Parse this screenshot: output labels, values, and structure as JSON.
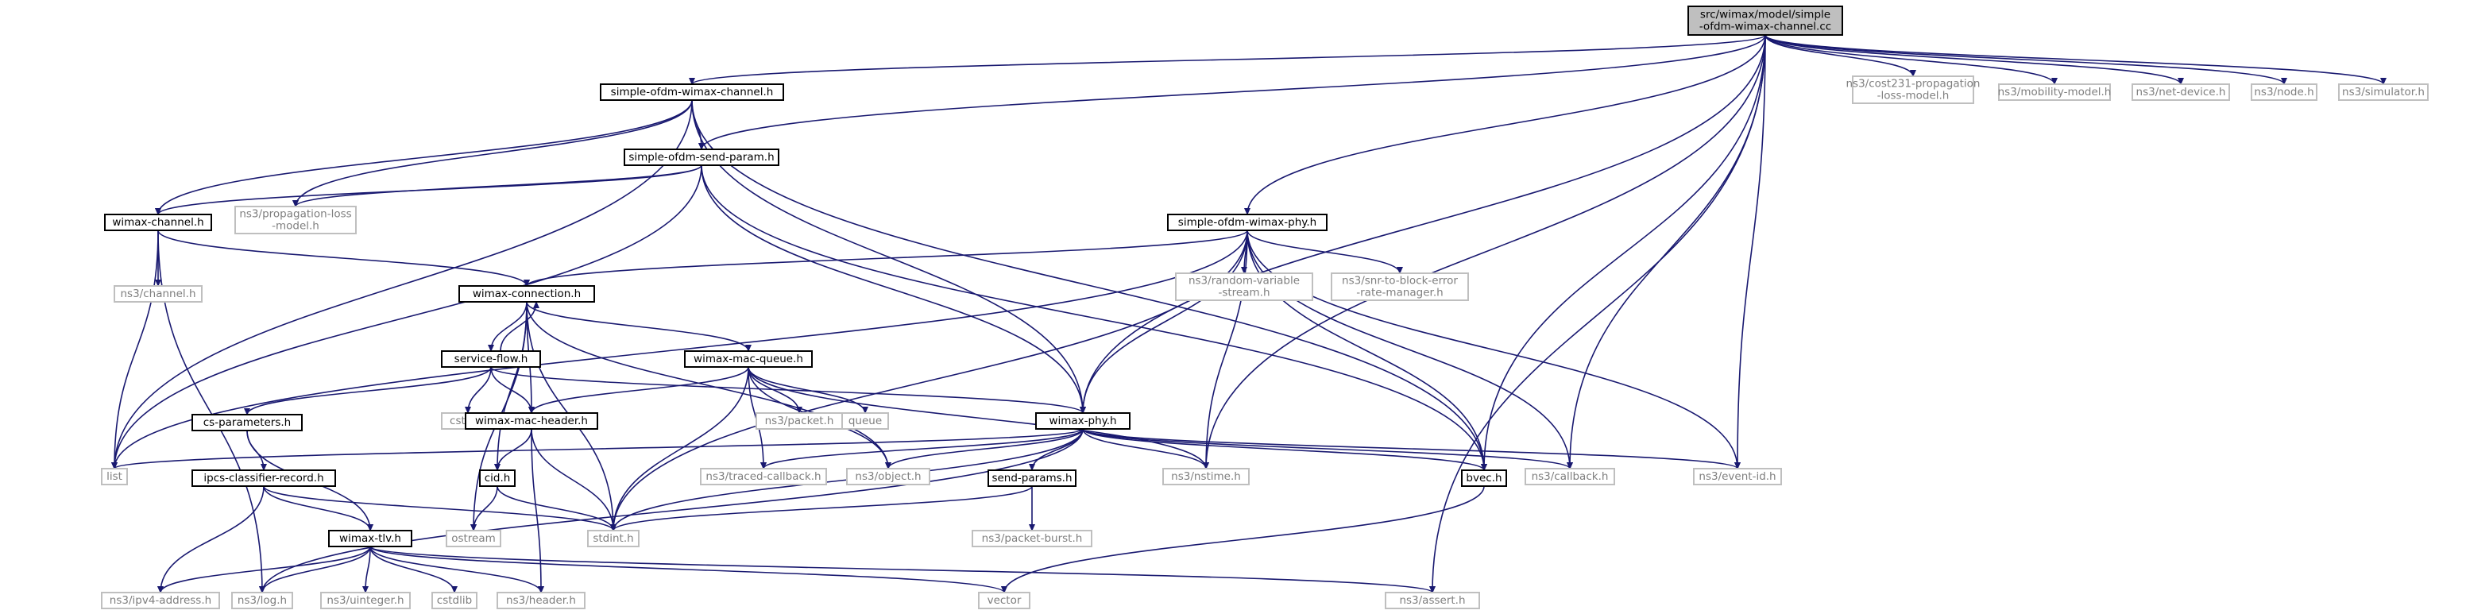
{
  "diagram": {
    "type": "include-dependency-graph",
    "edge_color": "#191970",
    "root_fill": "#bfbfbf",
    "external_text_color": "#7f7f7f",
    "nodes": [
      {
        "id": "root",
        "lines": [
          "src/wimax/model/simple",
          "-ofdm-wimax-channel.cc"
        ],
        "kind": "root"
      },
      {
        "id": "sowch",
        "lines": [
          "simple-ofdm-wimax-channel.h"
        ],
        "kind": "primary"
      },
      {
        "id": "cost231",
        "lines": [
          "ns3/cost231-propagation",
          "-loss-model.h"
        ],
        "kind": "external"
      },
      {
        "id": "mobility",
        "lines": [
          "ns3/mobility-model.h"
        ],
        "kind": "external"
      },
      {
        "id": "netdevice",
        "lines": [
          "ns3/net-device.h"
        ],
        "kind": "external"
      },
      {
        "id": "node",
        "lines": [
          "ns3/node.h"
        ],
        "kind": "external"
      },
      {
        "id": "simulator",
        "lines": [
          "ns3/simulator.h"
        ],
        "kind": "external"
      },
      {
        "id": "sendparam",
        "lines": [
          "simple-ofdm-send-param.h"
        ],
        "kind": "primary"
      },
      {
        "id": "wchannel",
        "lines": [
          "wimax-channel.h"
        ],
        "kind": "primary"
      },
      {
        "id": "proploss",
        "lines": [
          "ns3/propagation-loss",
          "-model.h"
        ],
        "kind": "external"
      },
      {
        "id": "sowphy",
        "lines": [
          "simple-ofdm-wimax-phy.h"
        ],
        "kind": "primary"
      },
      {
        "id": "randvar",
        "lines": [
          "ns3/random-variable",
          "-stream.h"
        ],
        "kind": "external"
      },
      {
        "id": "snr",
        "lines": [
          "ns3/snr-to-block-error",
          "-rate-manager.h"
        ],
        "kind": "external"
      },
      {
        "id": "nschannel",
        "lines": [
          "ns3/channel.h"
        ],
        "kind": "external"
      },
      {
        "id": "wconn",
        "lines": [
          "wimax-connection.h"
        ],
        "kind": "primary"
      },
      {
        "id": "sflow",
        "lines": [
          "service-flow.h"
        ],
        "kind": "primary"
      },
      {
        "id": "macqueue",
        "lines": [
          "wimax-mac-queue.h"
        ],
        "kind": "primary"
      },
      {
        "id": "csparam",
        "lines": [
          "cs-parameters.h"
        ],
        "kind": "primary"
      },
      {
        "id": "cstdint",
        "lines": [
          "cstdint"
        ],
        "kind": "external"
      },
      {
        "id": "macheader",
        "lines": [
          "wimax-mac-header.h"
        ],
        "kind": "primary"
      },
      {
        "id": "packet",
        "lines": [
          "ns3/packet.h"
        ],
        "kind": "external"
      },
      {
        "id": "queue",
        "lines": [
          "queue"
        ],
        "kind": "external"
      },
      {
        "id": "wphy",
        "lines": [
          "wimax-phy.h"
        ],
        "kind": "primary"
      },
      {
        "id": "list",
        "lines": [
          "list"
        ],
        "kind": "external"
      },
      {
        "id": "ipcs",
        "lines": [
          "ipcs-classifier-record.h"
        ],
        "kind": "primary"
      },
      {
        "id": "cid",
        "lines": [
          "cid.h"
        ],
        "kind": "primary"
      },
      {
        "id": "traced",
        "lines": [
          "ns3/traced-callback.h"
        ],
        "kind": "external"
      },
      {
        "id": "object",
        "lines": [
          "ns3/object.h"
        ],
        "kind": "external"
      },
      {
        "id": "sendparams",
        "lines": [
          "send-params.h"
        ],
        "kind": "primary"
      },
      {
        "id": "nstime",
        "lines": [
          "ns3/nstime.h"
        ],
        "kind": "external"
      },
      {
        "id": "bvec",
        "lines": [
          "bvec.h"
        ],
        "kind": "primary"
      },
      {
        "id": "callback",
        "lines": [
          "ns3/callback.h"
        ],
        "kind": "external"
      },
      {
        "id": "eventid",
        "lines": [
          "ns3/event-id.h"
        ],
        "kind": "external"
      },
      {
        "id": "ostream",
        "lines": [
          "ostream"
        ],
        "kind": "external"
      },
      {
        "id": "stdint",
        "lines": [
          "stdint.h"
        ],
        "kind": "external"
      },
      {
        "id": "packetburst",
        "lines": [
          "ns3/packet-burst.h"
        ],
        "kind": "external"
      },
      {
        "id": "wtlv",
        "lines": [
          "wimax-tlv.h"
        ],
        "kind": "primary"
      },
      {
        "id": "ipv4",
        "lines": [
          "ns3/ipv4-address.h"
        ],
        "kind": "external"
      },
      {
        "id": "log",
        "lines": [
          "ns3/log.h"
        ],
        "kind": "external"
      },
      {
        "id": "uinteger",
        "lines": [
          "ns3/uinteger.h"
        ],
        "kind": "external"
      },
      {
        "id": "cstdlib",
        "lines": [
          "cstdlib"
        ],
        "kind": "external"
      },
      {
        "id": "header",
        "lines": [
          "ns3/header.h"
        ],
        "kind": "external"
      },
      {
        "id": "vector",
        "lines": [
          "vector"
        ],
        "kind": "external"
      },
      {
        "id": "assert",
        "lines": [
          "ns3/assert.h"
        ],
        "kind": "external"
      }
    ],
    "edges": [
      [
        "root",
        "sowch"
      ],
      [
        "root",
        "sendparam"
      ],
      [
        "root",
        "wphy"
      ],
      [
        "root",
        "sowphy"
      ],
      [
        "root",
        "nstime"
      ],
      [
        "root",
        "bvec"
      ],
      [
        "root",
        "callback"
      ],
      [
        "root",
        "eventid"
      ],
      [
        "root",
        "assert"
      ],
      [
        "root",
        "cost231"
      ],
      [
        "root",
        "mobility"
      ],
      [
        "root",
        "netdevice"
      ],
      [
        "root",
        "node"
      ],
      [
        "root",
        "simulator"
      ],
      [
        "sowch",
        "list"
      ],
      [
        "sowch",
        "wchannel"
      ],
      [
        "sowch",
        "sendparam"
      ],
      [
        "sowch",
        "proploss"
      ],
      [
        "sowch",
        "wphy"
      ],
      [
        "sowch",
        "bvec"
      ],
      [
        "sendparam",
        "wchannel"
      ],
      [
        "sendparam",
        "proploss"
      ],
      [
        "sendparam",
        "list"
      ],
      [
        "sendparam",
        "wphy"
      ],
      [
        "sendparam",
        "bvec"
      ],
      [
        "wchannel",
        "nschannel"
      ],
      [
        "wchannel",
        "wconn"
      ],
      [
        "wchannel",
        "list"
      ],
      [
        "wchannel",
        "log"
      ],
      [
        "sowphy",
        "wconn"
      ],
      [
        "sowphy",
        "list"
      ],
      [
        "sowphy",
        "wphy"
      ],
      [
        "sowphy",
        "randvar"
      ],
      [
        "sowphy",
        "snr"
      ],
      [
        "sowphy",
        "nstime"
      ],
      [
        "sowphy",
        "stdint"
      ],
      [
        "sowphy",
        "bvec"
      ],
      [
        "sowphy",
        "callback"
      ],
      [
        "sowphy",
        "eventid"
      ],
      [
        "wconn",
        "sflow"
      ],
      [
        "wconn",
        "macqueue"
      ],
      [
        "wconn",
        "macheader"
      ],
      [
        "wconn",
        "cid"
      ],
      [
        "wconn",
        "object"
      ],
      [
        "wconn",
        "stdint"
      ],
      [
        "wconn",
        "ostream"
      ],
      [
        "sflow",
        "wconn"
      ],
      [
        "sflow",
        "csparam"
      ],
      [
        "sflow",
        "cstdint"
      ],
      [
        "sflow",
        "macheader"
      ],
      [
        "sflow",
        "wphy"
      ],
      [
        "macqueue",
        "macheader"
      ],
      [
        "macqueue",
        "packet"
      ],
      [
        "macqueue",
        "queue"
      ],
      [
        "macqueue",
        "object"
      ],
      [
        "macqueue",
        "traced"
      ],
      [
        "macqueue",
        "nstime"
      ],
      [
        "macqueue",
        "stdint"
      ],
      [
        "csparam",
        "ipcs"
      ],
      [
        "csparam",
        "wtlv"
      ],
      [
        "macheader",
        "cid"
      ],
      [
        "macheader",
        "stdint"
      ],
      [
        "macheader",
        "header"
      ],
      [
        "wphy",
        "list"
      ],
      [
        "wphy",
        "traced"
      ],
      [
        "wphy",
        "object"
      ],
      [
        "wphy",
        "sendparams"
      ],
      [
        "wphy",
        "nstime"
      ],
      [
        "wphy",
        "bvec"
      ],
      [
        "wphy",
        "callback"
      ],
      [
        "wphy",
        "eventid"
      ],
      [
        "wphy",
        "stdint"
      ],
      [
        "wphy",
        "log"
      ],
      [
        "ipcs",
        "wtlv"
      ],
      [
        "ipcs",
        "stdint"
      ],
      [
        "ipcs",
        "ipv4"
      ],
      [
        "cid",
        "stdint"
      ],
      [
        "cid",
        "ostream"
      ],
      [
        "sendparams",
        "stdint"
      ],
      [
        "sendparams",
        "packetburst"
      ],
      [
        "bvec",
        "vector"
      ],
      [
        "wtlv",
        "ipv4"
      ],
      [
        "wtlv",
        "log"
      ],
      [
        "wtlv",
        "uinteger"
      ],
      [
        "wtlv",
        "cstdlib"
      ],
      [
        "wtlv",
        "header"
      ],
      [
        "wtlv",
        "vector"
      ],
      [
        "wtlv",
        "assert"
      ]
    ]
  }
}
